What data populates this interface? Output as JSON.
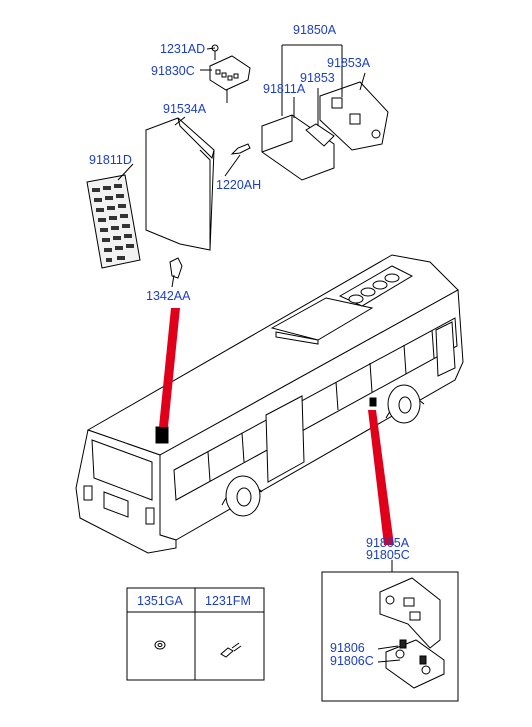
{
  "part_labels": {
    "p1231AD": "1231AD",
    "p91830C": "91830C",
    "p91850A": "91850A",
    "p91853A": "91853A",
    "p91853": "91853",
    "p91811A": "91811A",
    "p91534A": "91534A",
    "p91811D": "91811D",
    "p1220AH": "1220AH",
    "p1342AA": "1342AA",
    "p91805A": "91805A",
    "p91805C": "91805C",
    "p91806": "91806",
    "p91806C": "91806C"
  },
  "fastener_table": {
    "col1": "1351GA",
    "col2": "1231FM"
  },
  "colors": {
    "label_blue": "#1a3ec8",
    "callout_red": "#e0001a",
    "line_black": "#000000"
  }
}
